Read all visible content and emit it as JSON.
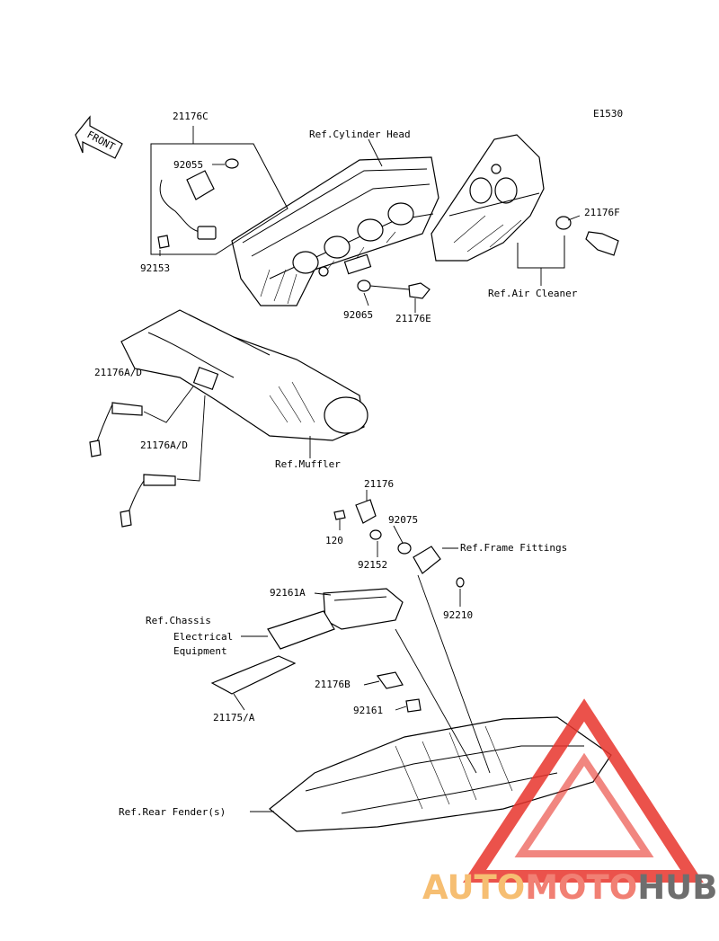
{
  "diagram_code": "E1530",
  "front_label": "FRONT",
  "labels": {
    "p21176C": "21176C",
    "p92055": "92055",
    "p92153": "92153",
    "ref_cyl_head": "Ref.Cylinder Head",
    "p21176F": "21176F",
    "ref_air_cleaner": "Ref.Air Cleaner",
    "p92065": "92065",
    "p21176E": "21176E",
    "p21176AD_1": "21176A/D",
    "p21176AD_2": "21176A/D",
    "ref_muffler": "Ref.Muffler",
    "p21176": "21176",
    "p120": "120",
    "p92075": "92075",
    "p92152": "92152",
    "ref_frame": "Ref.Frame Fittings",
    "p92210": "92210",
    "p92161A": "92161A",
    "ref_chassis_1": "Ref.Chassis",
    "ref_chassis_2": "Electrical",
    "ref_chassis_3": "Equipment",
    "p21175A": "21175/A",
    "p21176B": "21176B",
    "p92161": "92161",
    "ref_rear_fender": "Ref.Rear Fender(s)"
  },
  "watermark": {
    "part1": "AUTO",
    "part2": "MOTO",
    "part3": "HUB",
    "colors": {
      "part1": "#f5b35a",
      "part2": "#ef6a5c",
      "part3": "#555555",
      "triangle": "#e8342c"
    }
  }
}
